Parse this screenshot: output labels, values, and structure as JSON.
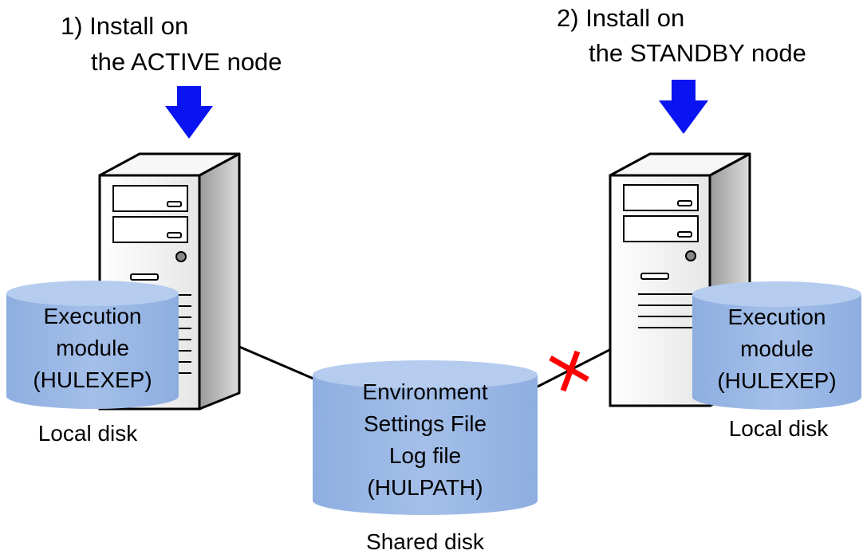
{
  "steps": {
    "active": {
      "line1": "1) Install on",
      "line2": "the ACTIVE node"
    },
    "standby": {
      "line1": "2) Install on",
      "line2": "the STANDBY node"
    }
  },
  "active_disk": {
    "lines": [
      "Execution",
      "module",
      "(HULEXEP)"
    ],
    "caption": "Local disk"
  },
  "standby_disk": {
    "lines": [
      "Execution",
      "module",
      "(HULEXEP)"
    ],
    "caption": "Local disk"
  },
  "shared_disk": {
    "lines": [
      "Environment",
      "Settings File",
      "Log file",
      "(HULPATH)"
    ],
    "caption": "Shared disk"
  },
  "colors": {
    "arrow": "#0a14f0",
    "disk_fill": "#95b3e3",
    "disk_top": "#b5ccef",
    "server_front": "#f4f4f4",
    "server_side": "#bdbdbd",
    "cross": "#ff0000"
  },
  "icons": [
    "down-arrow-icon",
    "server-icon",
    "disk-icon",
    "disconnect-cross-icon"
  ]
}
